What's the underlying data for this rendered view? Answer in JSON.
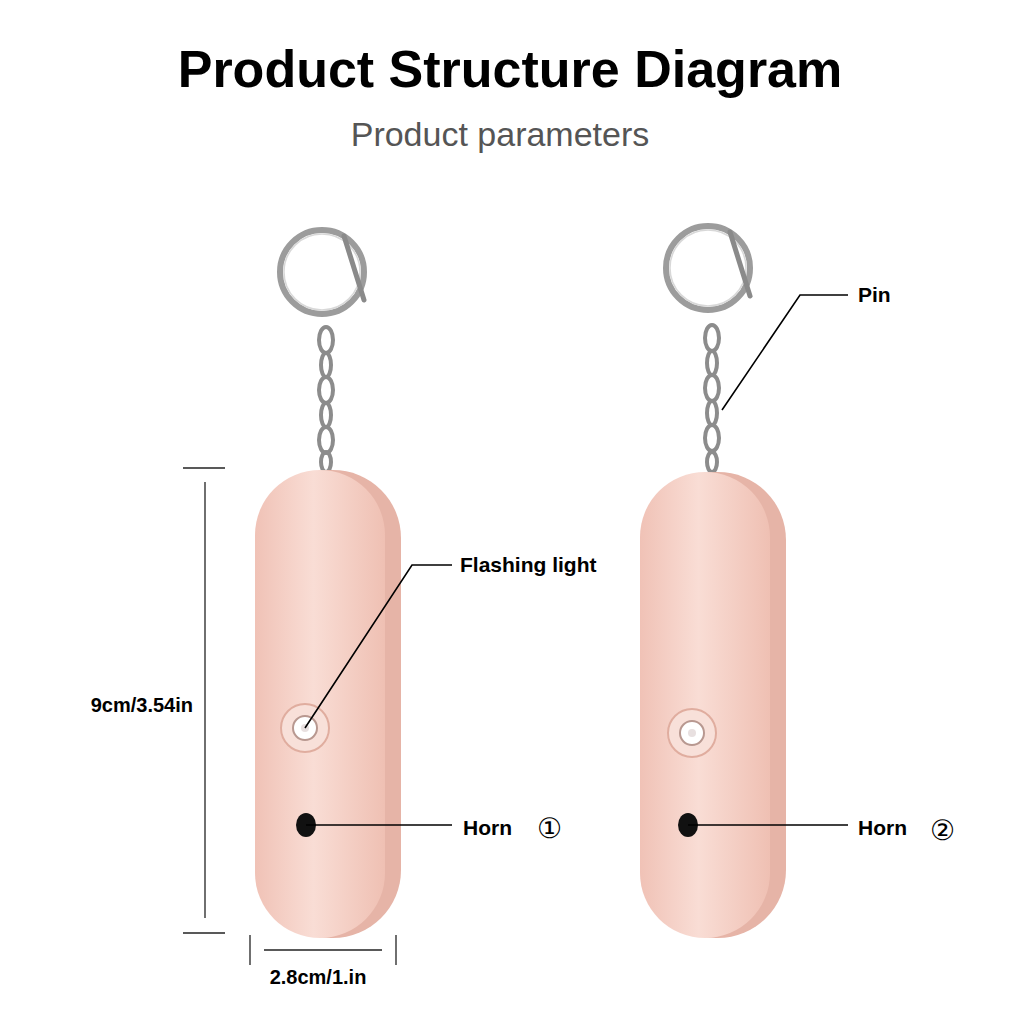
{
  "diagram": {
    "title": "Product Structure Diagram",
    "labels": [
      "Product parameters",
      "Pin",
      "Flashing light",
      "Horn",
      "①",
      "Horn",
      "②",
      "9cm/3.54in",
      "2.8cm/1.in"
    ]
  }
}
